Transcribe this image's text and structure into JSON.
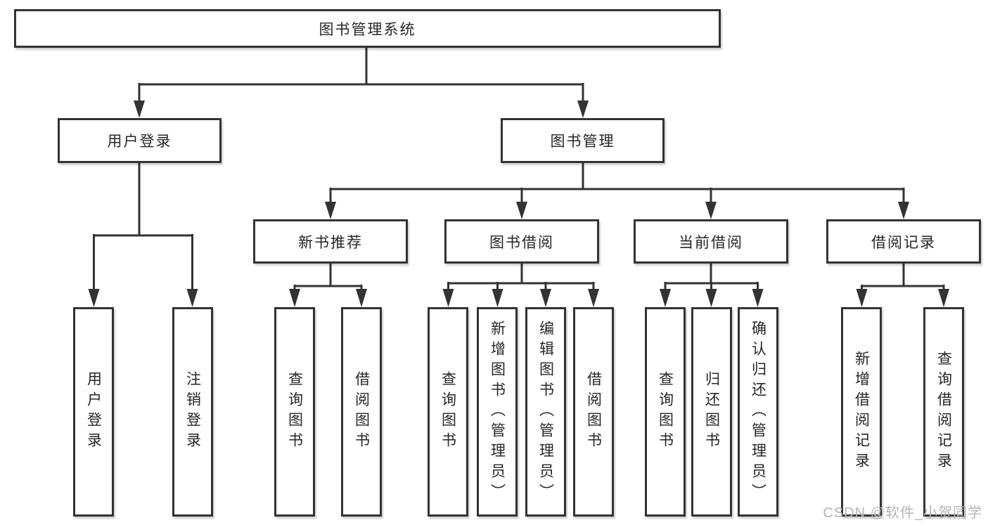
{
  "diagram": {
    "title": "图书管理系统",
    "level2": [
      "用户登录",
      "图书管理"
    ],
    "level3": [
      "新书推荐",
      "图书借阅",
      "当前借阅",
      "借阅记录"
    ],
    "leaves": {
      "user": [
        "用户登录",
        "注销登录"
      ],
      "recommend": [
        "查询图书",
        "借阅图书"
      ],
      "borrow": [
        "查询图书",
        "新增图书（管理员）",
        "编辑图书（管理员）",
        "借阅图书"
      ],
      "current": [
        "查询图书",
        "归还图书",
        "确认归还（管理员）"
      ],
      "records": [
        "新增借阅记录",
        "查询借阅记录"
      ]
    },
    "watermark": "CSDN @软件_小贺同学",
    "colors": {
      "line": "#333333",
      "text": "#262626",
      "box_background": "#ffffff",
      "watermark": "#b5b5b5",
      "background": "#ffffff"
    }
  }
}
